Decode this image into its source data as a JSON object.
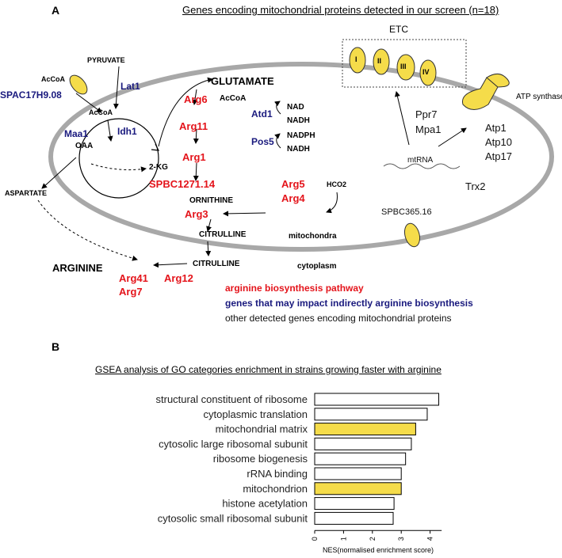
{
  "panel_a": {
    "letter": "A",
    "title": "Genes encoding mitochondrial proteins detected in our screen (n=18)",
    "etc_label": "ETC",
    "complexes": [
      "I",
      "II",
      "III",
      "IV"
    ],
    "atp_synthase_label": "ATP synthase",
    "pyruvate": "PYRUVATE",
    "acoa_outside": "AcCoA",
    "acoa_inside": "AcCoA",
    "acoa_glutamate": "AcCoA",
    "spac": "SPAC17H9.08",
    "lat1": "Lat1",
    "maa1": "Maa1",
    "idh1": "Idh1",
    "oaa": "OAA",
    "two_kg": "2-KG",
    "aspartate": "ASPARTATE",
    "glutamate": "GLUTAMATE",
    "arg6": "Arg6",
    "arg11": "Arg11",
    "arg1": "Arg1",
    "spbc1271": "SPBC1271.14",
    "arg5": "Arg5",
    "arg4": "Arg4",
    "hco2": "HCO2",
    "ornithine": "ORNITHINE",
    "arg3": "Arg3",
    "citrulline_in": "CITRULLINE",
    "citrulline_out": "CITRULLINE",
    "mitochondra": "mitochondra",
    "cytoplasm": "cytoplasm",
    "arginine": "ARGININE",
    "arg12": "Arg12",
    "arg41": "Arg41",
    "arg7": "Arg7",
    "atd1": "Atd1",
    "nad": "NAD",
    "nadh1": "NADH",
    "pos5": "Pos5",
    "nadph": "NADPH",
    "nadh2": "NADH",
    "ppr7": "Ppr7",
    "mpa1": "Mpa1",
    "mtrna": "mtRNA",
    "atp1": "Atp1",
    "atp10": "Atp10",
    "atp17": "Atp17",
    "trx2": "Trx2",
    "spbc365": "SPBC365.16",
    "legend": [
      {
        "text": "arginine biosynthesis pathway",
        "color": "#e4141b"
      },
      {
        "text": "genes that may impact indirectly arginine biosynthesis",
        "color": "#1a1a7e"
      },
      {
        "text": "other detected genes encoding mitochondrial proteins",
        "color": "#111111"
      }
    ]
  },
  "panel_b": {
    "letter": "B",
    "title": "GSEA analysis of GO categories enrichment in strains growing faster with arginine"
  },
  "colors": {
    "yellow": "#f5dc4a",
    "membrane": "#a8a8a8",
    "red": "#e4141b",
    "blue": "#1a1a7e"
  },
  "chart_data": {
    "type": "bar",
    "orientation": "horizontal",
    "categories": [
      "structural constituent of ribosome",
      "cytoplasmic translation",
      "mitochondrial matrix",
      "cytosolic large ribosomal subunit",
      "ribosome biogenesis",
      "rRNA binding",
      "mitochondrion",
      "histone acetylation",
      "cytosolic small ribosomal subunit"
    ],
    "values": [
      4.3,
      3.9,
      3.5,
      3.35,
      3.15,
      3.0,
      3.0,
      2.75,
      2.72
    ],
    "highlighted": [
      false,
      false,
      true,
      false,
      false,
      false,
      true,
      false,
      false
    ],
    "xlabel": "NES(normalised enrichment score)",
    "xticks": [
      "0",
      "1",
      "2",
      "3",
      "4"
    ],
    "xlim": [
      0,
      4.4
    ]
  }
}
